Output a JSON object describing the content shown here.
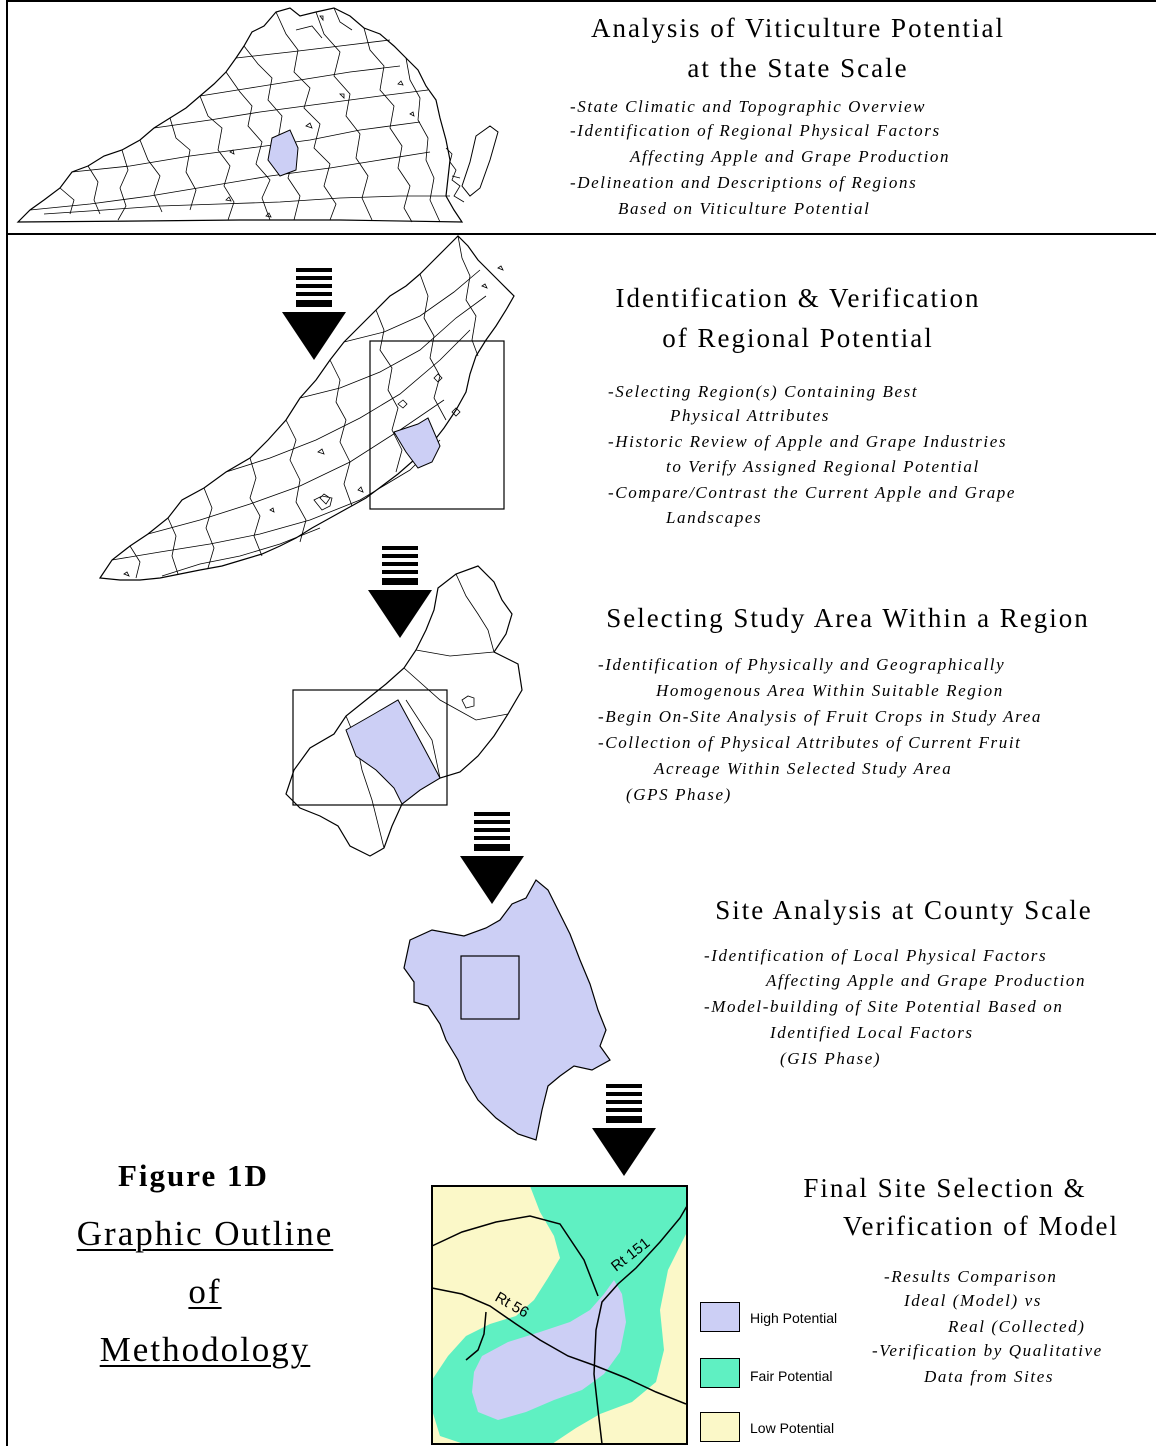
{
  "colors": {
    "high": "#cccff5",
    "fair": "#5ff0c2",
    "low": "#fbf8c8",
    "outline": "#000000"
  },
  "stages": [
    {
      "title_lines": [
        "Analysis of Viticulture Potential",
        "at the State Scale"
      ],
      "bullets": [
        "-State Climatic and Topographic Overview",
        "-Identification of Regional Physical Factors",
        "Affecting Apple and Grape Production",
        "-Delineation and Descriptions of Regions",
        "Based on Viticulture Potential"
      ]
    },
    {
      "title_lines": [
        "Identification & Verification",
        "of Regional Potential"
      ],
      "bullets": [
        "-Selecting Region(s) Containing Best",
        "Physical Attributes",
        "-Historic Review of Apple and Grape Industries",
        "to Verify Assigned Regional Potential",
        "-Compare/Contrast the Current Apple and Grape",
        "Landscapes"
      ]
    },
    {
      "title_lines": [
        "Selecting Study Area Within a Region"
      ],
      "bullets": [
        "-Identification of Physically and Geographically",
        "Homogenous Area Within Suitable Region",
        "-Begin On-Site Analysis of Fruit Crops in Study Area",
        "-Collection of Physical Attributes of Current Fruit",
        "Acreage Within Selected Study Area",
        "(GPS Phase)"
      ]
    },
    {
      "title_lines": [
        "Site Analysis at County Scale"
      ],
      "bullets": [
        "-Identification of Local Physical Factors",
        "Affecting Apple and Grape Production",
        "-Model-building of Site Potential Based on",
        "Identified Local Factors",
        "(GIS Phase)"
      ]
    },
    {
      "title_lines": [
        "Final Site Selection &",
        "Verification of Model"
      ],
      "bullets": [
        "-Results Comparison",
        "Ideal (Model) vs",
        "Real (Collected)",
        "-Verification by Qualitative",
        "Data from Sites"
      ]
    }
  ],
  "figure": {
    "label": "Figure 1D",
    "title_lines": [
      "Graphic Outline",
      "of",
      "Methodology"
    ]
  },
  "map_labels": {
    "road_1": "Rt 151",
    "road_2": "Rt 56"
  },
  "legend": [
    {
      "label": "High Potential",
      "color": "#cccff5"
    },
    {
      "label": "Fair Potential",
      "color": "#5ff0c2"
    },
    {
      "label": "Low Potential",
      "color": "#fbf8c8"
    }
  ]
}
